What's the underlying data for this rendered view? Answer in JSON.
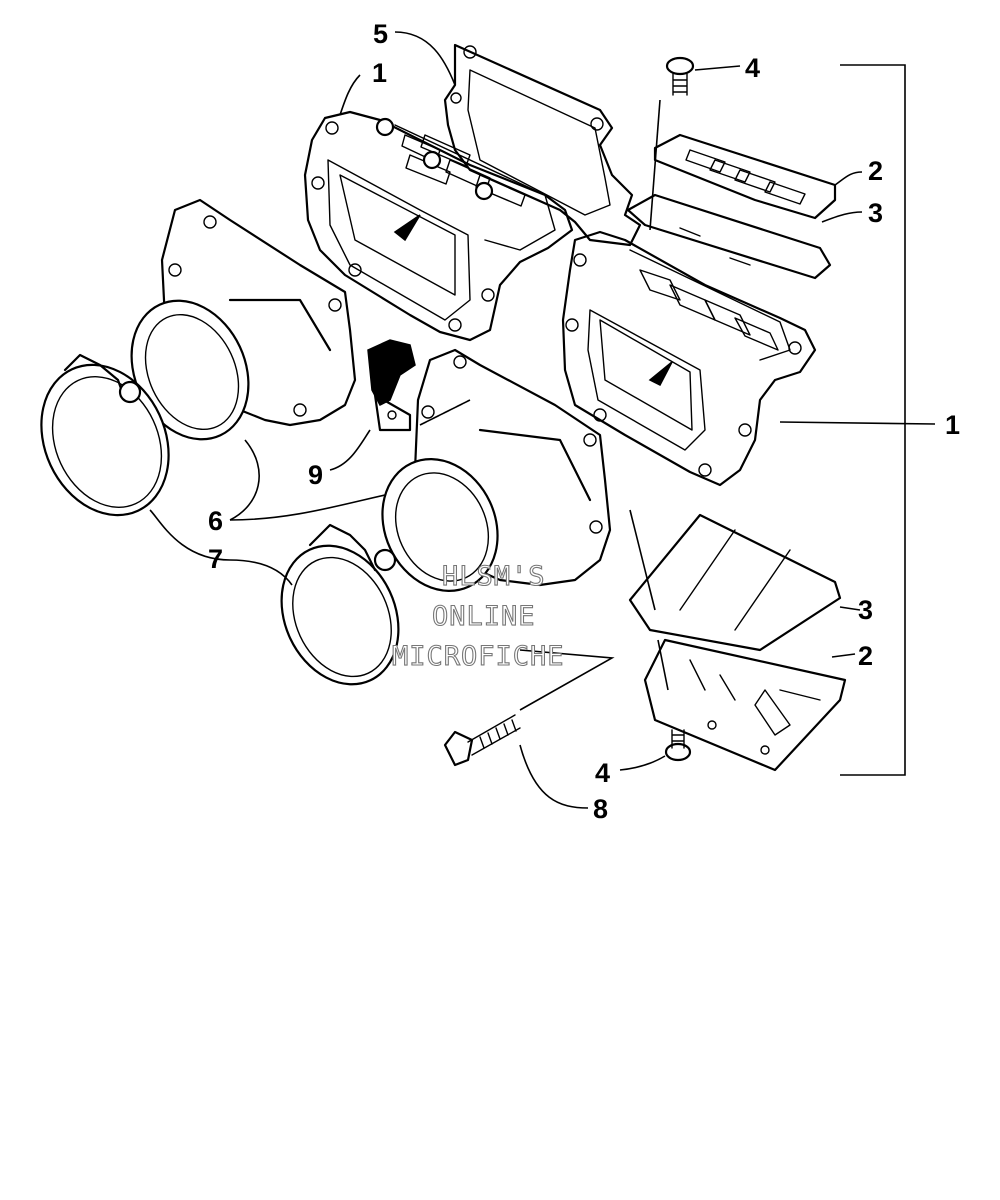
{
  "callouts": {
    "c1_top": "1",
    "c1_right": "1",
    "c2_top": "2",
    "c2_bottom": "2",
    "c3_top": "3",
    "c3_bottom": "3",
    "c4_top": "4",
    "c4_bottom": "4",
    "c5": "5",
    "c6": "6",
    "c7": "7",
    "c8": "8",
    "c9": "9"
  },
  "watermark": {
    "line1": "HLSM'S",
    "line2": "ONLINE",
    "line3": "MICROFICHE"
  }
}
